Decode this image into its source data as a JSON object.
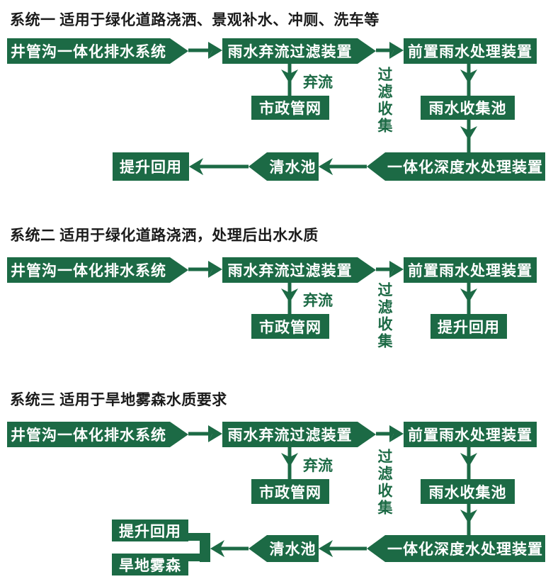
{
  "colors": {
    "node_fill": "#1c6a45",
    "node_text": "#ffffff",
    "arrow": "#1c6a45",
    "title_text": "#1b1b1b",
    "background": "#ffffff"
  },
  "systems": [
    {
      "title": "系统一 适用于绿化道路浇洒、景观补水、冲厕、洗车等",
      "nodes": {
        "source": "井管沟一体化排水系统",
        "diversion_filter": "雨水弃流过滤装置",
        "pretreatment": "前置雨水处理装置",
        "municipal": "市政管网",
        "collection": "雨水收集池",
        "deep_treatment": "一体化深度水处理装置",
        "clear_tank": "清水池",
        "reuse": "提升回用"
      },
      "labels": {
        "discard": "弃流",
        "filter_collect": "过滤收集"
      }
    },
    {
      "title": "系统二 适用于绿化道路浇洒，处理后出水水质",
      "nodes": {
        "source": "井管沟一体化排水系统",
        "diversion_filter": "雨水弃流过滤装置",
        "pretreatment": "前置雨水处理装置",
        "municipal": "市政管网",
        "reuse": "提升回用"
      },
      "labels": {
        "discard": "弃流",
        "filter_collect": "过滤收集"
      }
    },
    {
      "title": "系统三 适用于旱地雾森水质要求",
      "nodes": {
        "source": "井管沟一体化排水系统",
        "diversion_filter": "雨水弃流过滤装置",
        "pretreatment": "前置雨水处理装置",
        "municipal": "市政管网",
        "collection": "雨水收集池",
        "deep_treatment": "一体化深度水处理装置",
        "clear_tank": "清水池",
        "reuse": "提升回用",
        "mist": "旱地雾森"
      },
      "labels": {
        "discard": "弃流",
        "filter_collect": "过滤收集"
      }
    }
  ]
}
